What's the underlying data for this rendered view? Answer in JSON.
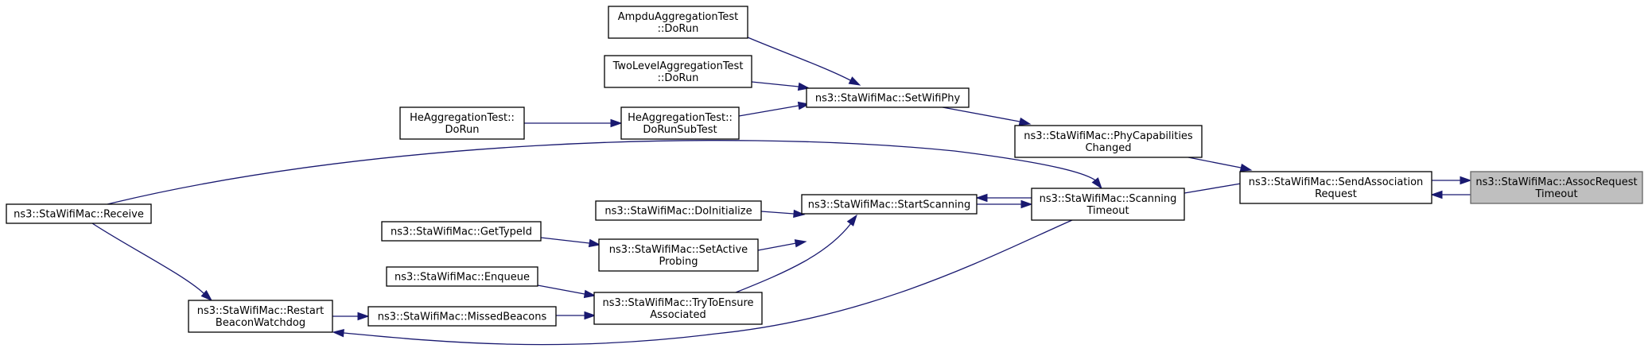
{
  "diagram": {
    "type": "doxygen-caller-graph",
    "colors": {
      "edge": "#191970",
      "node_fill": "#ffffff",
      "root_fill": "#bfbfbf",
      "node_border": "#000000",
      "root_border": "#666666"
    },
    "nodes": [
      {
        "id": "assoc_request_timeout",
        "lines": [
          "ns3::StaWifiMac::AssocRequest",
          "Timeout"
        ],
        "root": true
      },
      {
        "id": "send_association_request",
        "lines": [
          "ns3::StaWifiMac::SendAssociation",
          "Request"
        ]
      },
      {
        "id": "phy_capabilities_changed",
        "lines": [
          "ns3::StaWifiMac::PhyCapabilities",
          "Changed"
        ]
      },
      {
        "id": "scanning_timeout",
        "lines": [
          "ns3::StaWifiMac::Scanning",
          "Timeout"
        ]
      },
      {
        "id": "set_wifi_phy",
        "lines": [
          "ns3::StaWifiMac::SetWifiPhy"
        ]
      },
      {
        "id": "start_scanning",
        "lines": [
          "ns3::StaWifiMac::StartScanning"
        ]
      },
      {
        "id": "ampdu_doRun",
        "lines": [
          "AmpduAggregationTest",
          "::DoRun"
        ]
      },
      {
        "id": "twolevel_doRun",
        "lines": [
          "TwoLevelAggregationTest",
          "::DoRun"
        ]
      },
      {
        "id": "he_doRunSubTest",
        "lines": [
          "HeAggregationTest::",
          "DoRunSubTest"
        ]
      },
      {
        "id": "he_doRun",
        "lines": [
          "HeAggregationTest::",
          "DoRun"
        ]
      },
      {
        "id": "do_initialize",
        "lines": [
          "ns3::StaWifiMac::DoInitialize"
        ]
      },
      {
        "id": "set_active_probing",
        "lines": [
          "ns3::StaWifiMac::SetActive",
          "Probing"
        ]
      },
      {
        "id": "get_type_id",
        "lines": [
          "ns3::StaWifiMac::GetTypeId"
        ]
      },
      {
        "id": "try_to_ensure_associated",
        "lines": [
          "ns3::StaWifiMac::TryToEnsure",
          "Associated"
        ]
      },
      {
        "id": "enqueue",
        "lines": [
          "ns3::StaWifiMac::Enqueue"
        ]
      },
      {
        "id": "missed_beacons",
        "lines": [
          "ns3::StaWifiMac::MissedBeacons"
        ]
      },
      {
        "id": "restart_beacon_watchdog",
        "lines": [
          "ns3::StaWifiMac::Restart",
          "BeaconWatchdog"
        ]
      },
      {
        "id": "receive",
        "lines": [
          "ns3::StaWifiMac::Receive"
        ]
      }
    ],
    "edges": [
      {
        "from": "send_association_request",
        "to": "assoc_request_timeout"
      },
      {
        "from": "assoc_request_timeout",
        "to": "send_association_request"
      },
      {
        "from": "phy_capabilities_changed",
        "to": "send_association_request"
      },
      {
        "from": "scanning_timeout",
        "to": "send_association_request"
      },
      {
        "from": "set_wifi_phy",
        "to": "phy_capabilities_changed"
      },
      {
        "from": "ampdu_doRun",
        "to": "set_wifi_phy"
      },
      {
        "from": "twolevel_doRun",
        "to": "set_wifi_phy"
      },
      {
        "from": "he_doRunSubTest",
        "to": "set_wifi_phy"
      },
      {
        "from": "he_doRun",
        "to": "he_doRunSubTest"
      },
      {
        "from": "start_scanning",
        "to": "scanning_timeout"
      },
      {
        "from": "scanning_timeout",
        "to": "start_scanning"
      },
      {
        "from": "receive",
        "to": "scanning_timeout"
      },
      {
        "from": "scanning_timeout",
        "to": "restart_beacon_watchdog"
      },
      {
        "from": "do_initialize",
        "to": "start_scanning"
      },
      {
        "from": "set_active_probing",
        "to": "start_scanning"
      },
      {
        "from": "try_to_ensure_associated",
        "to": "start_scanning"
      },
      {
        "from": "get_type_id",
        "to": "set_active_probing"
      },
      {
        "from": "enqueue",
        "to": "try_to_ensure_associated"
      },
      {
        "from": "missed_beacons",
        "to": "try_to_ensure_associated"
      },
      {
        "from": "restart_beacon_watchdog",
        "to": "missed_beacons"
      },
      {
        "from": "receive",
        "to": "restart_beacon_watchdog"
      }
    ]
  }
}
